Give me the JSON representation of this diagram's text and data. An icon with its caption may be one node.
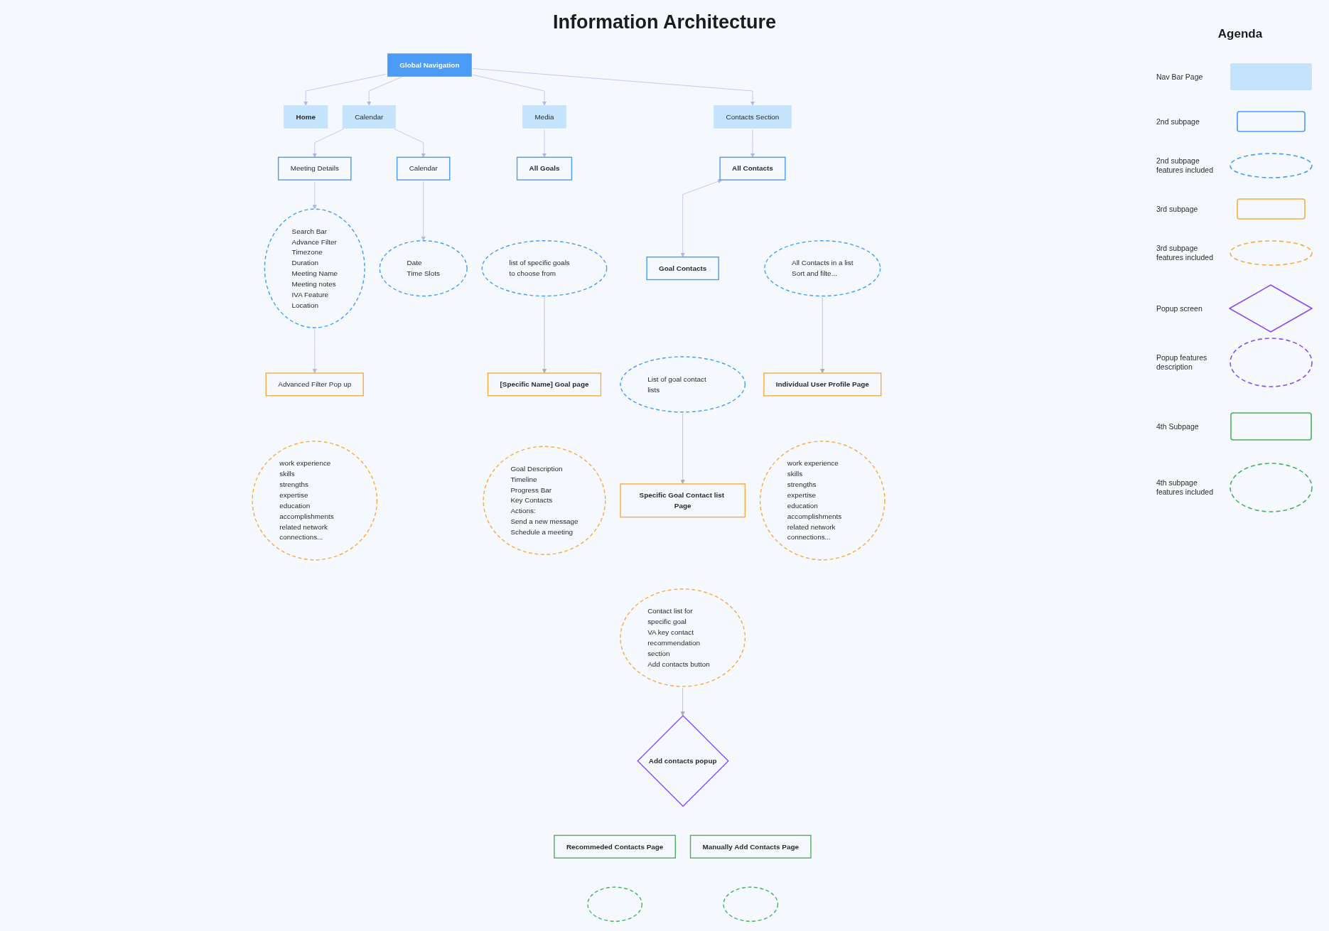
{
  "diagram": {
    "title": "Information Architecture",
    "nodes": [
      {
        "text": [
          "Global Navigation"
        ]
      },
      {
        "text": [
          "Home"
        ]
      },
      {
        "text": [
          "Calendar"
        ]
      },
      {
        "text": [
          "Media"
        ]
      },
      {
        "text": [
          "Contacts Section"
        ]
      },
      {
        "text": [
          "Meeting Details"
        ]
      },
      {
        "text": [
          "Calendar"
        ]
      },
      {
        "text": [
          "Search Bar",
          "Advance Filter",
          "Timezone",
          "Duration",
          "Meeting Name",
          "Meeting notes",
          "IVA Feature",
          "Location"
        ]
      },
      {
        "text": [
          "Date",
          "Time Slots"
        ]
      },
      {
        "text": [
          "Advanced Filter Pop up"
        ]
      },
      {
        "text": [
          "work experience",
          "skills",
          "strengths",
          "expertise",
          "education",
          "accomplishments",
          "related network connections..."
        ]
      },
      {
        "text": [
          "All Goals"
        ]
      },
      {
        "text": [
          "list of specific goals to choose from"
        ]
      },
      {
        "text": [
          "[Specific Name] Goal page"
        ]
      },
      {
        "text": [
          "Goal Description",
          "Timeline",
          "Progress Bar",
          "Key Contacts",
          "Actions:",
          "Send a new message",
          "Schedule a meeting"
        ]
      },
      {
        "text": [
          "All Contacts"
        ]
      },
      {
        "text": [
          "Goal Contacts"
        ]
      },
      {
        "text": [
          "All Contacts in a list",
          "Sort and filte..."
        ]
      },
      {
        "text": [
          "List of goal contact lists"
        ]
      },
      {
        "text": [
          "Individual User Profile Page"
        ]
      },
      {
        "text": [
          "Specific Goal Contact list Page"
        ]
      },
      {
        "text": [
          "work experience",
          "skills",
          "strengths",
          "expertise",
          "education",
          "accomplishments",
          "related network connections..."
        ]
      },
      {
        "text": [
          "Contact list for specific goal",
          "VA key contact recommendation section",
          "Add contacts button"
        ]
      },
      {
        "text": [
          "Add contacts popup"
        ]
      },
      {
        "text": [
          "Recommeded Contacts Page"
        ]
      },
      {
        "text": [
          "Manually Add Contacts Page"
        ]
      },
      {
        "text": [],
        "shape": "ellipse"
      },
      {
        "text": [],
        "shape": "ellipse"
      }
    ],
    "edges": [
      {
        "from": 0,
        "to": 1,
        "arrow": "to"
      },
      {
        "from": 0,
        "to": 2,
        "arrow": "to"
      },
      {
        "from": 0,
        "to": 3,
        "arrow": "to"
      },
      {
        "from": 0,
        "to": 4,
        "arrow": "to"
      },
      {
        "from": 2,
        "to": 5,
        "arrow": "to"
      },
      {
        "from": 2,
        "to": 6,
        "arrow": "to"
      },
      {
        "from": 5,
        "to": 7,
        "arrow": "to"
      },
      {
        "from": 6,
        "to": 8,
        "arrow": "to"
      },
      {
        "from": 7,
        "to": 9,
        "arrow": "to"
      },
      {
        "from": 3,
        "to": 11,
        "arrow": "to"
      },
      {
        "from": 12,
        "to": 13,
        "arrow": "to",
        "color": "#acacac"
      },
      {
        "from": 4,
        "to": 15,
        "arrow": "to"
      },
      {
        "from": 15,
        "to": 16,
        "arrow": "both"
      },
      {
        "from": 17,
        "to": 19,
        "arrow": "to",
        "color": "#acacac"
      },
      {
        "from": 18,
        "to": 20,
        "arrow": "to",
        "color": "#acacac"
      },
      {
        "from": 22,
        "to": 23,
        "arrow": "to",
        "color": "#acacac"
      }
    ],
    "labels": [
      "Agenda"
    ],
    "legend": [
      {
        "text": "Nav Bar Page",
        "color": "#c5e3fa"
      },
      {
        "text": "2nd subpage"
      },
      {
        "text": "2nd subpage features included"
      },
      {
        "text": "3rd subpage"
      },
      {
        "text": "3rd subpage features included"
      },
      {
        "text": "Popup screen"
      },
      {
        "text": "Popup features description"
      },
      {
        "text": "4th Subpage"
      },
      {
        "text": "4th subpage features included"
      }
    ]
  }
}
